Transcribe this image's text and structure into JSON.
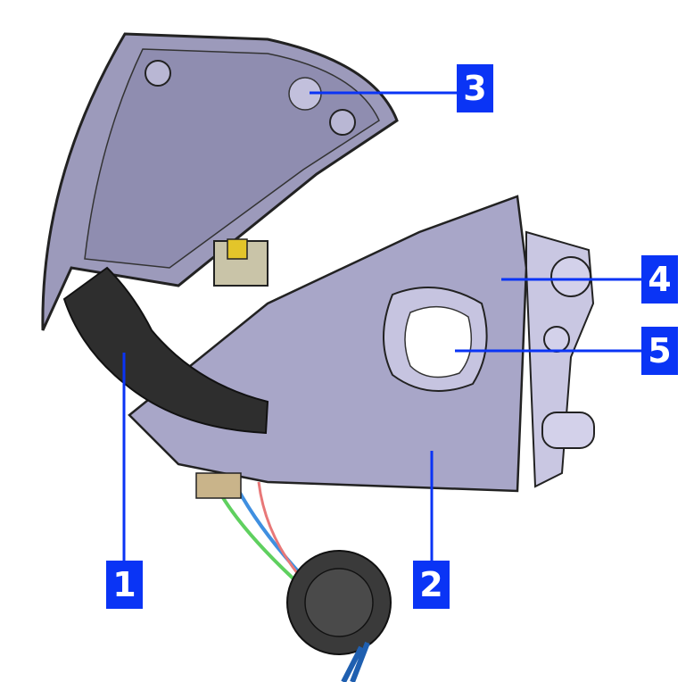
{
  "diagram": {
    "callouts": [
      {
        "label": "1",
        "part": "handle"
      },
      {
        "label": "2",
        "part": "housing"
      },
      {
        "label": "3",
        "part": "lid-boss"
      },
      {
        "label": "4",
        "part": "housing-face"
      },
      {
        "label": "5",
        "part": "opening"
      }
    ],
    "colors": {
      "callout": "#0a34f5",
      "body": "#a8a6c8",
      "handle": "#2e2e2e"
    }
  }
}
